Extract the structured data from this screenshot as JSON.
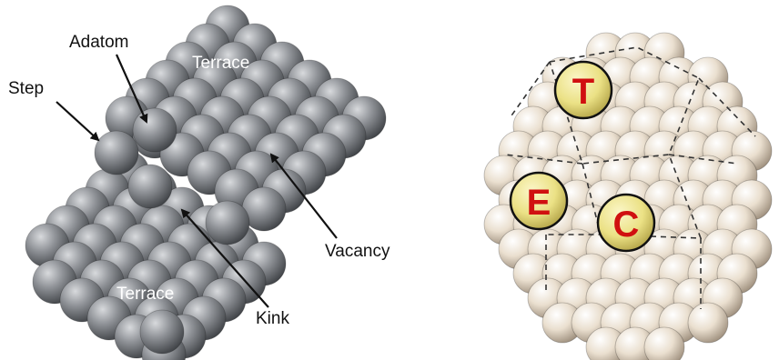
{
  "left_panel": {
    "labels": {
      "adatom": "Adatom",
      "step": "Step",
      "terrace_top": "Terrace",
      "terrace_bottom": "Terrace",
      "vacancy": "Vacancy",
      "kink": "Kink"
    }
  },
  "right_panel": {
    "sites": {
      "terrace": "T",
      "edge": "E",
      "corner": "C"
    }
  },
  "colors": {
    "atom_grey": "#8a8d92",
    "atom_cream": "#e9dccb",
    "site_fill": "#efe68a",
    "site_letter": "#d01010"
  }
}
